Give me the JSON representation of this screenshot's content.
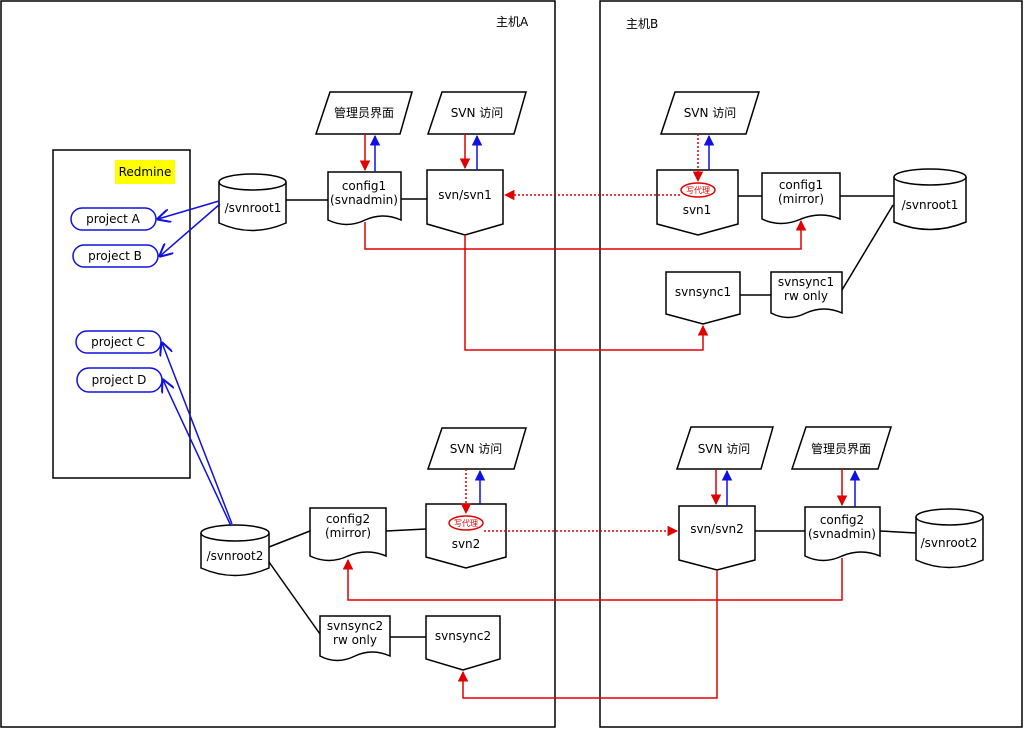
{
  "hosts": {
    "a": "主机A",
    "b": "主机B"
  },
  "redmine": {
    "title": "Redmine",
    "highlight": "#ffff00"
  },
  "projects": {
    "a": "project A",
    "b": "project B",
    "c": "project C",
    "d": "project D"
  },
  "repos": {
    "a1": "/svnroot1",
    "a2": "/svnroot2",
    "b1": "/svnroot1",
    "b2": "/svnroot2"
  },
  "access": {
    "a_admin": "管理员界面",
    "a_svn1": "SVN 访问",
    "a_svn2": "SVN 访问",
    "b_svn1": "SVN 访问",
    "b_svn2": "SVN 访问",
    "b_admin": "管理员界面"
  },
  "configs": {
    "a1_line1": "config1",
    "a1_line2": "(svnadmin)",
    "a2_line1": "config2",
    "a2_line2": "(mirror)",
    "b1_line1": "config1",
    "b1_line2": "(mirror)",
    "b2_line1": "config2",
    "b2_line2": "(svnadmin)"
  },
  "services": {
    "a1": "svn/svn1",
    "a2": "svn2",
    "b1": "svn1",
    "b2": "svn/svn2"
  },
  "sync": {
    "b1_doc_line1": "svnsync1",
    "b1_doc_line2": "rw only",
    "b1_proc": "svnsync1",
    "a2_doc_line1": "svnsync2",
    "a2_doc_line2": "rw only",
    "a2_proc": "svnsync2"
  },
  "proxy_label": "写代理",
  "colors": {
    "red": "#e00000",
    "blue": "#1010e0",
    "black": "#000000"
  }
}
